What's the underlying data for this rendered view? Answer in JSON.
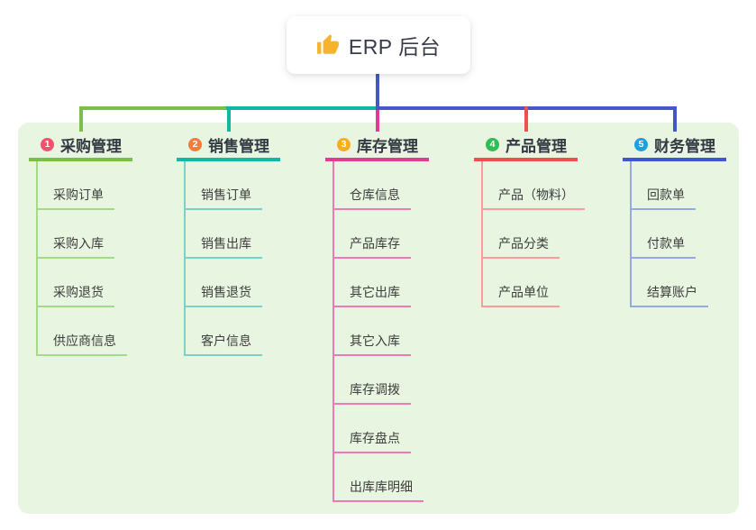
{
  "root": {
    "title": "ERP 后台",
    "icon": "thumbs-up-icon"
  },
  "colors": {
    "panel_bg": "#E8F5E1",
    "connector_blue": "#4657CB",
    "root_title_text": "#363D49",
    "branch_title_text": "#333842",
    "child_text": "#3D3D3D",
    "thumb_icon": "#F6B32B"
  },
  "branches": [
    {
      "badge": "1",
      "title": "采购管理",
      "colors": {
        "badge": "#F4516C",
        "line": "#7DBE4B",
        "line_light": "#A6D88A"
      },
      "children": [
        "采购订单",
        "采购入库",
        "采购退货",
        "供应商信息"
      ]
    },
    {
      "badge": "2",
      "title": "销售管理",
      "colors": {
        "badge": "#F87B3B",
        "line": "#10B8A4",
        "line_light": "#79D2C6"
      },
      "children": [
        "销售订单",
        "销售出库",
        "销售退货",
        "客户信息"
      ]
    },
    {
      "badge": "3",
      "title": "库存管理",
      "colors": {
        "badge": "#F8AE18",
        "line": "#DE3C95",
        "line_light": "#EF78B6"
      },
      "children": [
        "仓库信息",
        "产品库存",
        "其它出库",
        "其它入库",
        "库存调拨",
        "库存盘点",
        "出库库明细"
      ]
    },
    {
      "badge": "4",
      "title": "产品管理",
      "colors": {
        "badge": "#2DBE55",
        "line": "#F04F50",
        "line_light": "#F79E9C"
      },
      "children": [
        "产品（物料）",
        "产品分类",
        "产品单位"
      ]
    },
    {
      "badge": "5",
      "title": "财务管理",
      "colors": {
        "badge": "#20A0DB",
        "line": "#4156CB",
        "line_light": "#97A9E3"
      },
      "children": [
        "回款单",
        "付款单",
        "结算账户"
      ]
    }
  ]
}
